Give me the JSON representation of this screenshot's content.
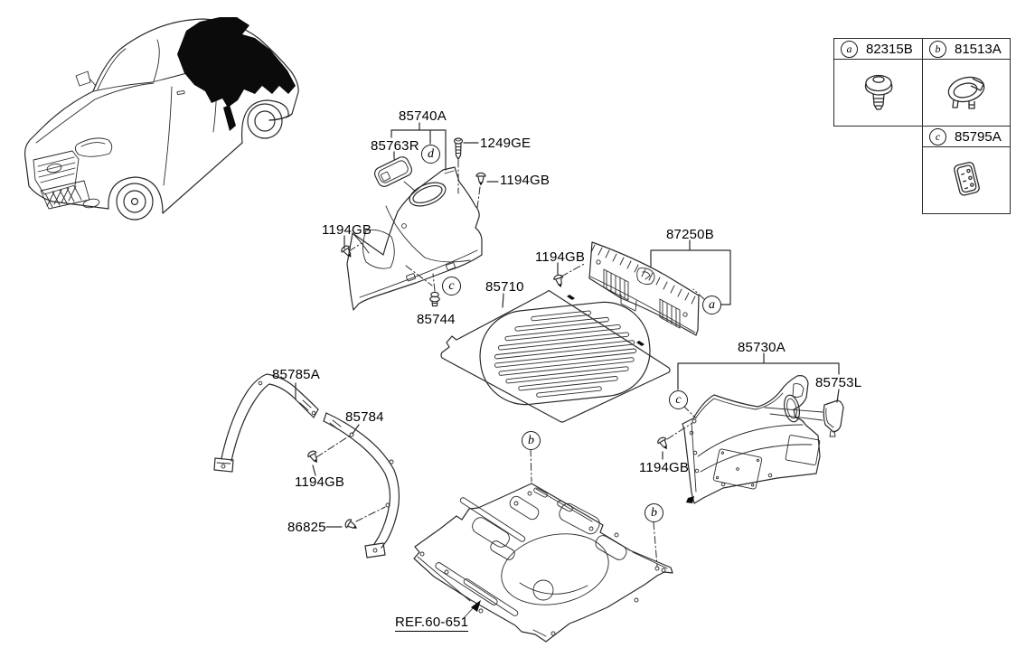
{
  "page": {
    "background": "#ffffff",
    "description": "Luggage compartment trim parts diagram"
  },
  "parts": {
    "p85740A": "85740A",
    "p85763R": "85763R",
    "p1249GE": "1249GE",
    "p1194GB": "1194GB",
    "p85744": "85744",
    "p85710": "85710",
    "p87250B": "87250B",
    "p85730A": "85730A",
    "p85753L": "85753L",
    "p85785A": "85785A",
    "p85784": "85784",
    "p86825": "86825",
    "refCallout": "REF.60-651"
  },
  "callouts": {
    "a": "a",
    "b": "b",
    "c": "c",
    "d": "d"
  },
  "legend": {
    "items": [
      {
        "letter": "a",
        "part": "82315B",
        "icon": "push-clip-icon"
      },
      {
        "letter": "b",
        "part": "81513A",
        "icon": "luggage-hook-icon"
      },
      {
        "letter": "c",
        "part": "85795A",
        "icon": "cover-cap-icon"
      }
    ]
  },
  "colors": {
    "line": "#2a2a2a",
    "text": "#000000",
    "highlight": "#0b0b0b"
  }
}
